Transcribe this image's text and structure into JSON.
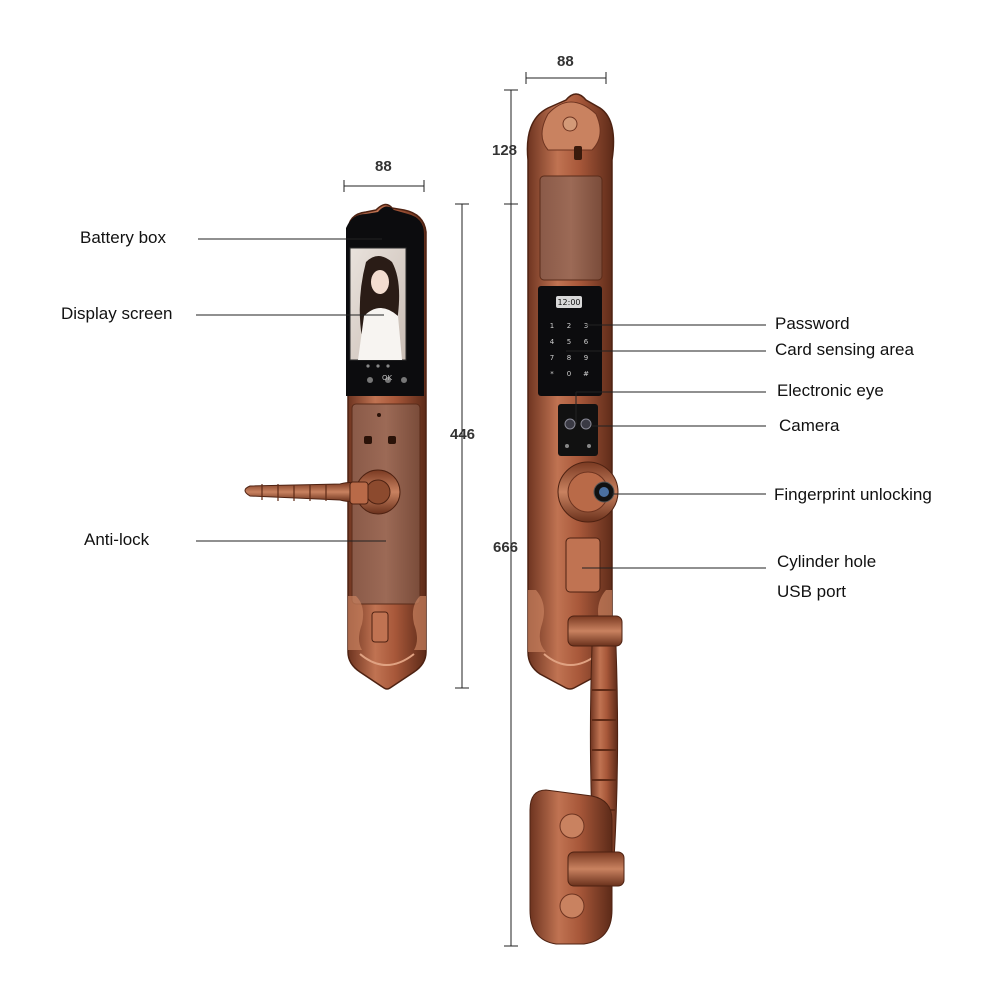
{
  "labels": {
    "battery_box": "Battery box",
    "display_screen": "Display screen",
    "anti_lock": "Anti-lock",
    "password": "Password",
    "card_sensing_area": "Card sensing area",
    "electronic_eye": "Electronic eye",
    "camera": "Camera",
    "fingerprint_unlocking": "Fingerprint unlocking",
    "cylinder_hole": "Cylinder hole",
    "usb_port": "USB port"
  },
  "dimensions": {
    "left_width": "88",
    "left_height": "446",
    "right_width": "88",
    "right_top": "128",
    "right_height": "666"
  },
  "keypad": {
    "time": "12:00",
    "keys": [
      "1",
      "2",
      "3",
      "4",
      "5",
      "6",
      "7",
      "8",
      "9",
      "*",
      "0",
      "#"
    ],
    "buttons": [
      "OK"
    ]
  },
  "colors": {
    "copper": "#a8583a",
    "copper_dark": "#6e3420",
    "copper_light": "#d39a78",
    "glass": "#0c0c0e",
    "line": "#222222"
  }
}
